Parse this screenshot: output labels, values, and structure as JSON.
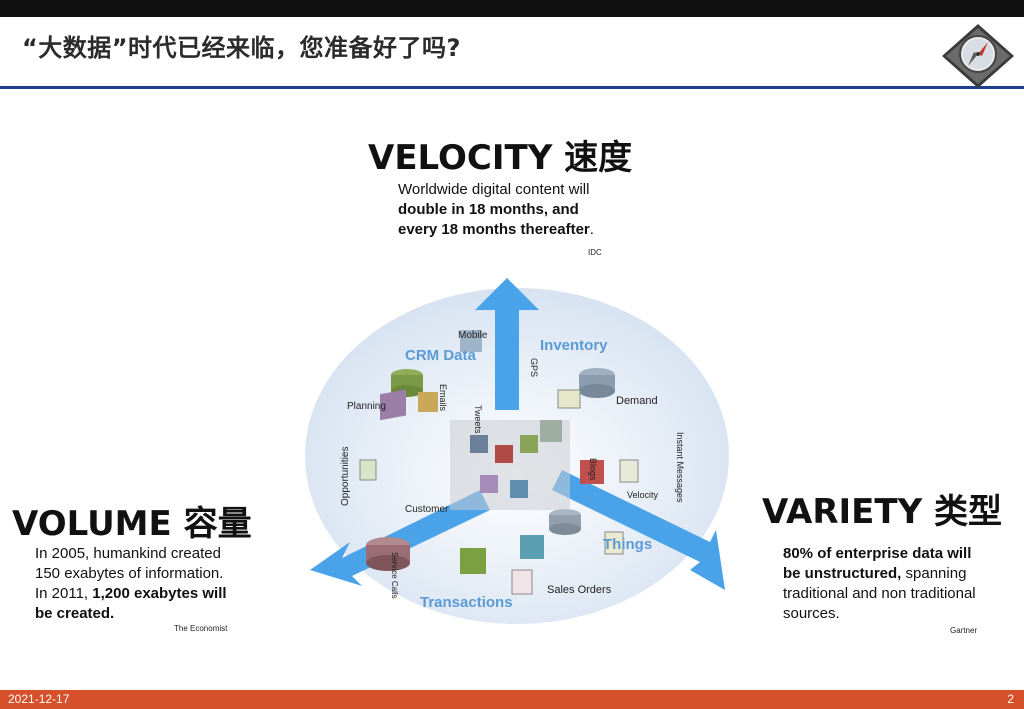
{
  "slide": {
    "title": "“大数据”时代已经来临，您准备好了吗?",
    "footer_date": "2021-12-17",
    "page_number": "2"
  },
  "velocity": {
    "heading": "VELOCITY 速度",
    "line1": "Worldwide digital content will",
    "line2": "double in 18 months, and",
    "line3": "every 18 months thereafter",
    "line3_end": ".",
    "source": "IDC"
  },
  "volume": {
    "heading": "VOLUME 容量",
    "line1": "In 2005, humankind created",
    "line2": "150 exabytes of information.",
    "line3_a": "In 2011, ",
    "line3_b": "1,200 exabytes will",
    "line4": "be created.",
    "source": "The Economist"
  },
  "variety": {
    "heading": "VARIETY 类型",
    "line1": "80% of enterprise data will",
    "line2_a": "be unstructured,",
    "line2_b": " spanning",
    "line3": "traditional and non traditional",
    "line4": "sources.",
    "source": "Gartner"
  },
  "diagram": {
    "labels": {
      "mobile": "Mobile",
      "crm": "CRM Data",
      "inventory": "Inventory",
      "gps": "GPS",
      "planning": "Planning",
      "emails": "Emails",
      "demand": "Demand",
      "tweets": "Tweets",
      "opportunities": "Opportunities",
      "instant": "Instant Messages",
      "blogs": "Blogs",
      "velocity": "Velocity",
      "customer": "Customer",
      "things": "Things",
      "service": "Service Calls",
      "sales": "Sales Orders",
      "transactions": "Transactions"
    },
    "colors": {
      "arrow": "#4aa3e8",
      "highlight": "#5b9bd5",
      "disc": "#e8eef6"
    }
  },
  "colors": {
    "title_rule": "#1f3f8c",
    "footer_bar": "#d5502b",
    "top_bar": "#111111"
  }
}
